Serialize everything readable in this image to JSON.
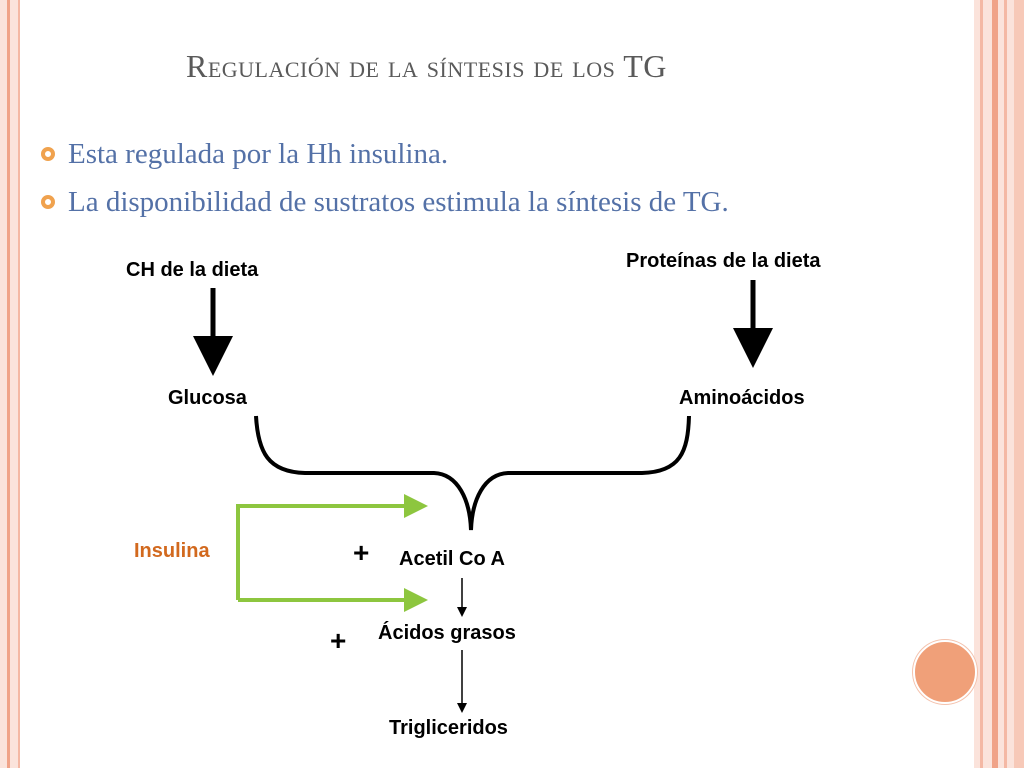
{
  "slide": {
    "title": "Regulación de la síntesis de los TG",
    "bullets": [
      "Esta regulada por la Hh insulina.",
      "La disponibilidad de sustratos estimula la síntesis de TG."
    ]
  },
  "diagram": {
    "nodes": {
      "ch_dieta": "CH de la dieta",
      "proteinas_dieta": "Proteínas de la dieta",
      "glucosa": "Glucosa",
      "aminoacidos": "Aminoácidos",
      "insulina": "Insulina",
      "acetil_coa": "Acetil Co A",
      "acidos_grasos": "Ácidos grasos",
      "trigliceridos": "Trigliceridos"
    },
    "plus_sign_1": "+",
    "plus_sign_2": "+"
  },
  "colors": {
    "title": "#5a5a5a",
    "bullet_text": "#5471a7",
    "bullet_icon": "#f0a24e",
    "insulina_label": "#d2691e",
    "insulina_arrows": "#8dc63f",
    "frame": "#fbe3db",
    "frame_accent": "#f0a388",
    "circle_deco": "#f0a079"
  },
  "icons": [
    "bullet-circle-icon",
    "decorative-circle-icon"
  ]
}
